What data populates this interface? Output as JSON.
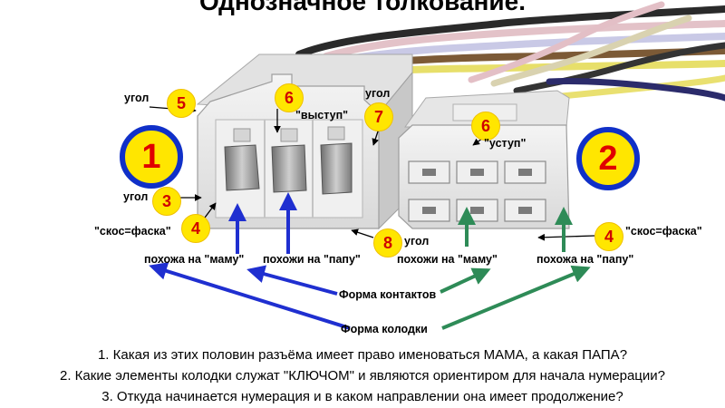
{
  "title": "Однозначное толкование.",
  "connectors": {
    "left_number": "1",
    "right_number": "2"
  },
  "labels": {
    "ugol_top_left": "угол",
    "ugol_top_mid": "угол",
    "vystup": "\"выступ\"",
    "ugol_left": "угол",
    "skos_left": "\"скос=фаска\"",
    "ugol_bottom": "угол",
    "ustup": "\"уступ\"",
    "skos_right": "\"скос=фаска\"",
    "mamu_left": "похожа на \"маму\"",
    "papu_left": "похожи на \"папу\"",
    "mamu_right": "похожи на \"маму\"",
    "papu_right": "похожа на \"папу\"",
    "forma_kontaktov": "Форма контактов",
    "forma_kolodki": "Форма колодки"
  },
  "badges": {
    "b5": "5",
    "b6_left": "6",
    "b7": "7",
    "b3": "3",
    "b4_left": "4",
    "b8": "8",
    "b6_right": "6",
    "b4_right": "4"
  },
  "questions": [
    "1. Какая из этих половин разъёма имеет право именоваться МАМА, а какая ПАПА?",
    "2. Какие элементы колодки служат \"КЛЮЧОМ\" и являются ориентиром для начала нумерации?",
    "3. Откуда начинается нумерация и в каком направлении она имеет продолжение?"
  ],
  "colors": {
    "blue_arrow": "#1f2fd0",
    "green_arrow": "#2e8b57",
    "badge_yellow": "#ffe600",
    "badge_text": "#d00000"
  }
}
